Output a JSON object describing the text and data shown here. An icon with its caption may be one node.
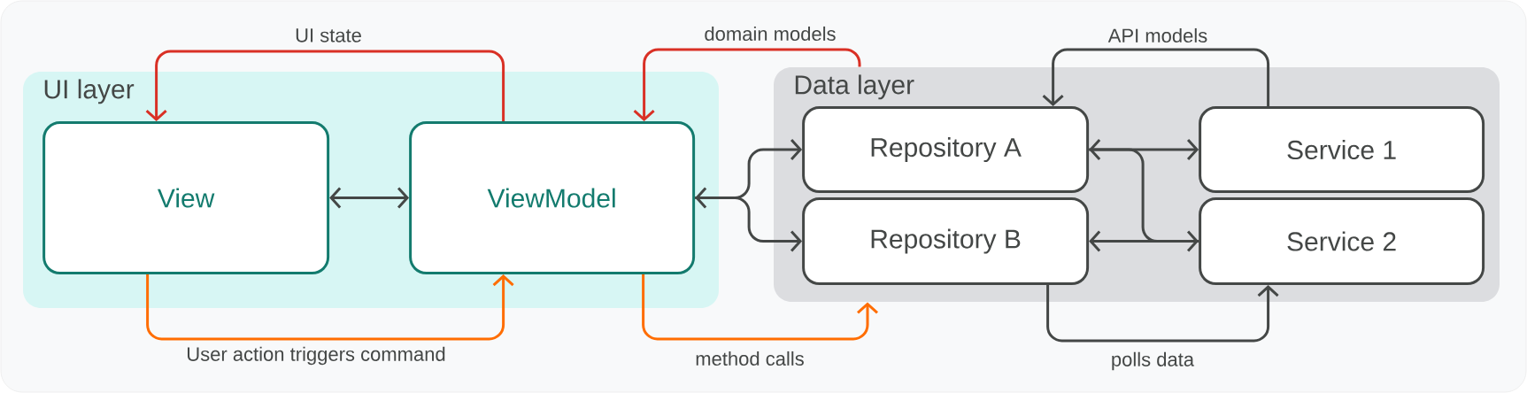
{
  "diagram": {
    "nodes": [
      {
        "text": [
          "UI layer"
        ]
      },
      {
        "text": [
          "View"
        ],
        "in": 0
      },
      {
        "text": [
          "ViewModel"
        ],
        "in": 0
      },
      {
        "text": [
          "Data layer"
        ]
      },
      {
        "text": [
          "Repository A"
        ],
        "in": 3
      },
      {
        "text": [
          "Repository B"
        ],
        "in": 3
      },
      {
        "text": [
          "Service  1"
        ],
        "in": 3
      },
      {
        "text": [
          "Service 2"
        ],
        "in": 3
      }
    ],
    "edges": [
      {
        "from": 2,
        "to": 1,
        "arrow": "to",
        "label": "UI state",
        "color": "#d93025"
      },
      {
        "from": 3,
        "to": 2,
        "arrow": "to",
        "label": "domain models",
        "color": "#d93025"
      },
      {
        "from": 1,
        "to": 2,
        "arrow": "both"
      },
      {
        "from": 1,
        "to": 2,
        "arrow": "to",
        "label": "User action triggers command",
        "color": "#ff6d00"
      },
      {
        "from": 2,
        "to": 3,
        "arrow": "to",
        "label": "method calls",
        "color": "#ff6d00"
      },
      {
        "from": 2,
        "to": 4,
        "arrow": "both"
      },
      {
        "from": 2,
        "to": 5,
        "arrow": "to"
      },
      {
        "from": 4,
        "to": 6,
        "arrow": "both"
      },
      {
        "from": 4,
        "to": 7,
        "arrow": "none"
      },
      {
        "from": 5,
        "to": 7,
        "arrow": "both"
      },
      {
        "from": 6,
        "to": 4,
        "arrow": "to",
        "label": "API models"
      },
      {
        "from": 5,
        "to": 7,
        "arrow": "to",
        "label": "polls data"
      }
    ]
  }
}
